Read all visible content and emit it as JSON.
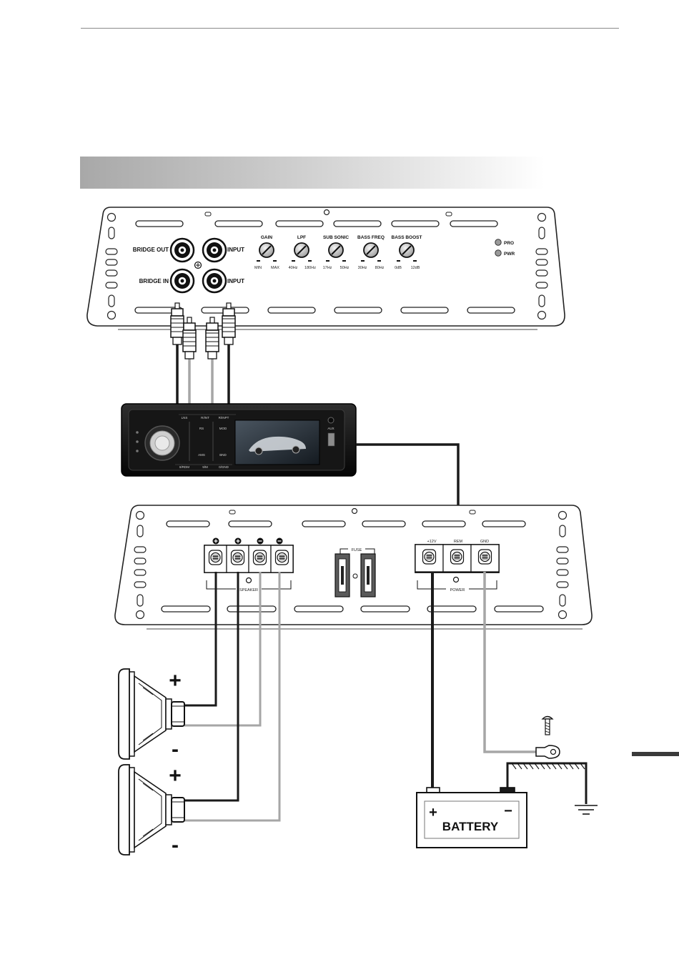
{
  "amp_top": {
    "jacks": {
      "bridge_out": "BRIDGE OUT",
      "bridge_in": "BRIDGE IN",
      "input_1": "INPUT",
      "input_2": "INPUT"
    },
    "knobs": [
      {
        "name": "GAIN",
        "min": "MIN",
        "max": "MAX"
      },
      {
        "name": "LPF",
        "min": "40Hz",
        "max": "180Hz"
      },
      {
        "name": "SUB SONIC",
        "min": "17Hz",
        "max": "50Hz"
      },
      {
        "name": "BASS FREQ",
        "min": "30Hz",
        "max": "80Hz"
      },
      {
        "name": "BASS BOOST",
        "min": "0dB",
        "max": "12dB"
      }
    ],
    "leds": {
      "pro": "PRO",
      "pwr": "PWR"
    }
  },
  "head_unit": {
    "top_labels": [
      "LNS",
      "R/INT",
      "R/INPT"
    ],
    "button_labels": [
      "RS",
      "MOD",
      "AMS",
      "BND"
    ],
    "bottom_labels": [
      "8/RDM",
      "9/M",
      "0/GND"
    ],
    "aux_label": "AUX"
  },
  "amp_bottom": {
    "speaker_polarity": [
      "⊕",
      "⊕",
      "⊖",
      "⊖"
    ],
    "speaker_label": "SPEAKER",
    "fuse_label": "FUSE",
    "power_terminals": [
      "+12V",
      "REM",
      "GND"
    ],
    "power_label": "POWER"
  },
  "speakers": [
    {
      "plus": "+",
      "minus": "-"
    },
    {
      "plus": "+",
      "minus": "-"
    }
  ],
  "battery": {
    "label": "BATTERY",
    "plus": "+",
    "minus": "−"
  },
  "colors": {
    "wire_black": "#1a1a1a",
    "wire_gray": "#a6a6a6",
    "panel_stroke": "#222222"
  }
}
